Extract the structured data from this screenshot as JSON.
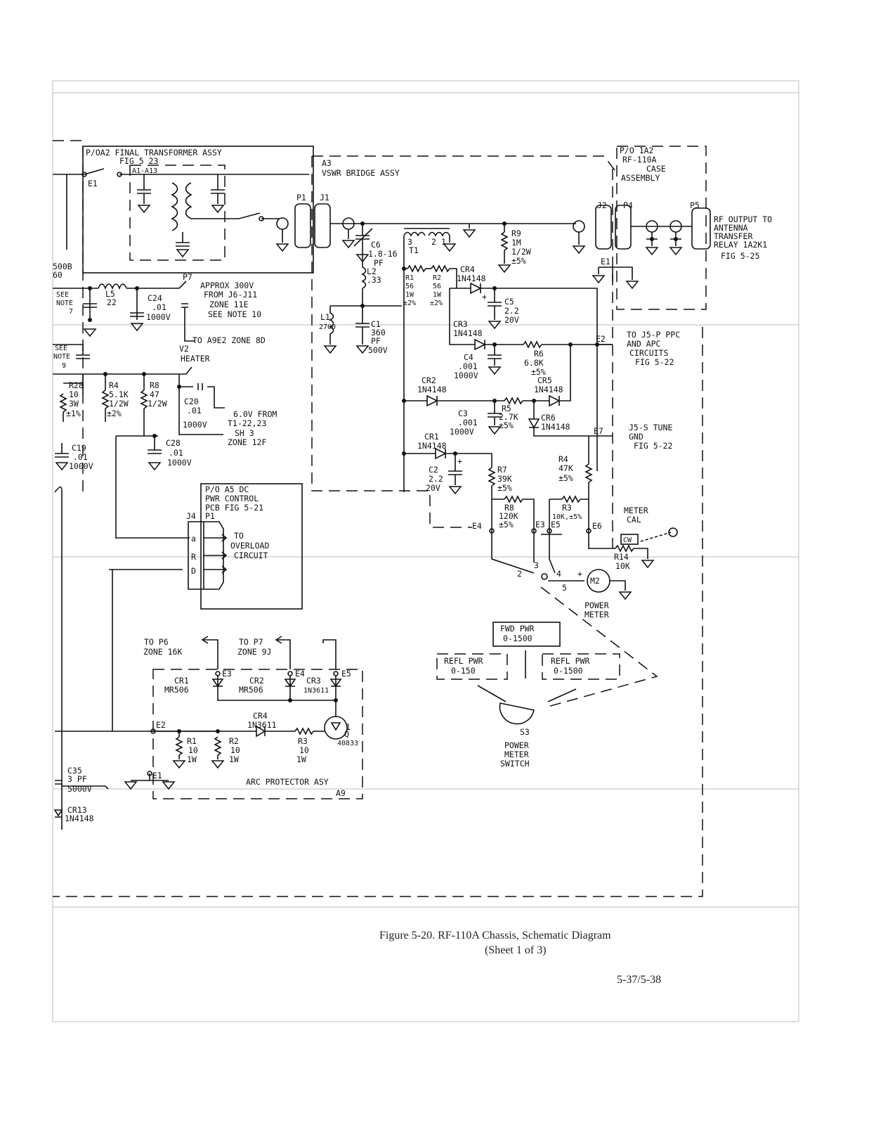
{
  "assemblies": {
    "final_transformer": [
      "P/OA2 FINAL TRANSFORMER ASSY",
      "FIG 5 23",
      "A1-A13"
    ],
    "vswr_bridge": [
      "A3",
      "VSWR BRIDGE ASSY"
    ],
    "case_assembly": [
      "P/O 1A2",
      "RF-110A",
      "CASE",
      "ASSEMBLY"
    ],
    "dc_power_control": [
      "P/O A5 DC",
      "PWR CONTROL",
      "PCB FIG 5-21"
    ],
    "arc_protector": [
      "ARC PROTECTOR ASY",
      "A9"
    ]
  },
  "connectors": {
    "p1": "P1",
    "j1": "J1",
    "j2": "J2",
    "p4": "P4",
    "p5": "P5",
    "j4": "J4",
    "j4_pin_p1": "P1",
    "e1_left": "E1",
    "e1_right": "E1",
    "pin_a": "a",
    "pin_r": "R",
    "pin_d": "D"
  },
  "notes": {
    "rf_output": [
      "RF OUTPUT TO",
      "ANTENNA",
      "TRANSFER",
      "RELAY 1A2K1",
      "FIG 5-25"
    ],
    "approx_300v": [
      "APPROX 300V",
      "FROM J6-J11",
      "ZONE 11E",
      "SEE NOTE 10"
    ],
    "p7_tag": "P7",
    "to_a9e2": "TO A9E2 ZONE 8D",
    "see_note_7": [
      "SEE",
      "NOTE",
      "7"
    ],
    "see_note_9": [
      "SEE",
      "NOTE",
      "9"
    ],
    "v2_heater": [
      "V2",
      "HEATER"
    ],
    "six_volts": [
      "6.0V FROM",
      "T1-22,23",
      "SH 3",
      "ZONE 12F"
    ],
    "to_j5_ppc": [
      "TO J5-P PPC",
      "AND APC",
      "CIRCUITS",
      "FIG 5-22"
    ],
    "j5_tune": [
      "J5-S TUNE",
      "GND",
      "FIG 5-22"
    ],
    "meter_cal": [
      "METER",
      "CAL"
    ],
    "to_overload": [
      "TO",
      "OVERLOAD",
      "CIRCUIT"
    ],
    "left_cut": [
      "500B",
      "60"
    ],
    "to_p6": [
      "TO P6",
      "ZONE 16K"
    ],
    "to_p7": [
      "TO P7",
      "ZONE 9J"
    ]
  },
  "components": {
    "r9": [
      "R9",
      "1M",
      "1/2W",
      "±5%"
    ],
    "c6": [
      "C6",
      "1.8-16",
      "PF"
    ],
    "l2": [
      "L2",
      ".33"
    ],
    "l1": [
      "L1",
      "2700"
    ],
    "c1": [
      "C1",
      "360",
      "PF",
      "500V"
    ],
    "t1": [
      "3",
      "T1",
      "2",
      "1"
    ],
    "r1": [
      "R1",
      "56",
      "1W",
      "±2%"
    ],
    "r2": [
      "R2",
      "56",
      "1W",
      "±2%"
    ],
    "cr4": [
      "CR4",
      "1N4148"
    ],
    "c5": [
      "C5",
      "2.2",
      "20V"
    ],
    "cr3": [
      "CR3",
      "1N4148"
    ],
    "r6": [
      "R6",
      "6.8K",
      "±5%"
    ],
    "c4": [
      "C4",
      ".001",
      "1000V"
    ],
    "cr2": [
      "CR2",
      "1N4148"
    ],
    "cr5": [
      "CR5",
      "1N4148"
    ],
    "c3": [
      "C3",
      ".001",
      "1000V"
    ],
    "r5": [
      "R5",
      "2.7K",
      "±5%"
    ],
    "cr6": [
      "CR6",
      "1N4148"
    ],
    "cr1": [
      "CR1",
      "1N4148"
    ],
    "c2": [
      "C2",
      "2.2",
      "20V"
    ],
    "r7": [
      "R7",
      "39K",
      "±5%"
    ],
    "r4_bridge": [
      "R4",
      "47K",
      "±5%"
    ],
    "r8_bridge": [
      "R8",
      "120K",
      "±5%"
    ],
    "r3_bridge": [
      "R3",
      "10K,±5%"
    ],
    "r14": [
      "CW",
      "R14",
      "10K"
    ],
    "m2": [
      "M2",
      "POWER",
      "METER"
    ],
    "l5": [
      "L5",
      "22"
    ],
    "c24": [
      "C24",
      ".01",
      "1000V"
    ],
    "r28": [
      "R28",
      "10",
      "3W",
      "±1%"
    ],
    "r4_chassis": [
      "R4",
      "5.1K",
      "1/2W",
      "±2%"
    ],
    "r8_chassis": [
      "R8",
      "47",
      "1/2W"
    ],
    "c20": [
      "C20",
      ".01",
      "1000V"
    ],
    "c19": [
      "C19",
      ".01",
      "1000V"
    ],
    "c28": [
      "C28",
      ".01",
      "1000V"
    ],
    "c35": [
      "C35",
      "3 PF",
      "5000V"
    ],
    "cr13": [
      "CR13",
      "1N4148"
    ],
    "a9_cr1": [
      "CR1",
      "MR506"
    ],
    "a9_cr2": [
      "CR2",
      "MR506"
    ],
    "a9_cr3": [
      "CR3",
      "1N3611"
    ],
    "a9_cr4": [
      "CR4",
      "1N3611"
    ],
    "a9_r1": [
      "R1",
      "10",
      "1W"
    ],
    "a9_r2": [
      "R2",
      "10",
      "1W"
    ],
    "a9_r3": [
      "R3",
      "10",
      "1W"
    ],
    "a9_q1": [
      "Q",
      "1",
      "40833"
    ]
  },
  "terminals": {
    "e1": "E1",
    "e2": "E2",
    "e3": "E3",
    "e4": "E4",
    "e5": "E5",
    "e6": "E6",
    "e7": "E7",
    "a9_e1": "E1",
    "a9_e2": "E2",
    "a9_e3": "E3",
    "a9_e4": "E4",
    "a9_e5": "E5"
  },
  "switch": {
    "positions": [
      "2",
      "3",
      "4",
      "5"
    ],
    "name": [
      "S3",
      "POWER",
      "METER",
      "SWITCH"
    ],
    "fwd_pwr": [
      "FWD PWR",
      "0-1500"
    ],
    "refl_pwr_low": [
      "REFL PWR",
      "0-150"
    ],
    "refl_pwr_high": [
      "REFL PWR",
      "0-1500"
    ]
  },
  "caption": {
    "title": "Figure 5-20.  RF-110A Chassis, Schematic Diagram",
    "sheet": "(Sheet 1 of 3)",
    "page": "5-37/5-38"
  }
}
